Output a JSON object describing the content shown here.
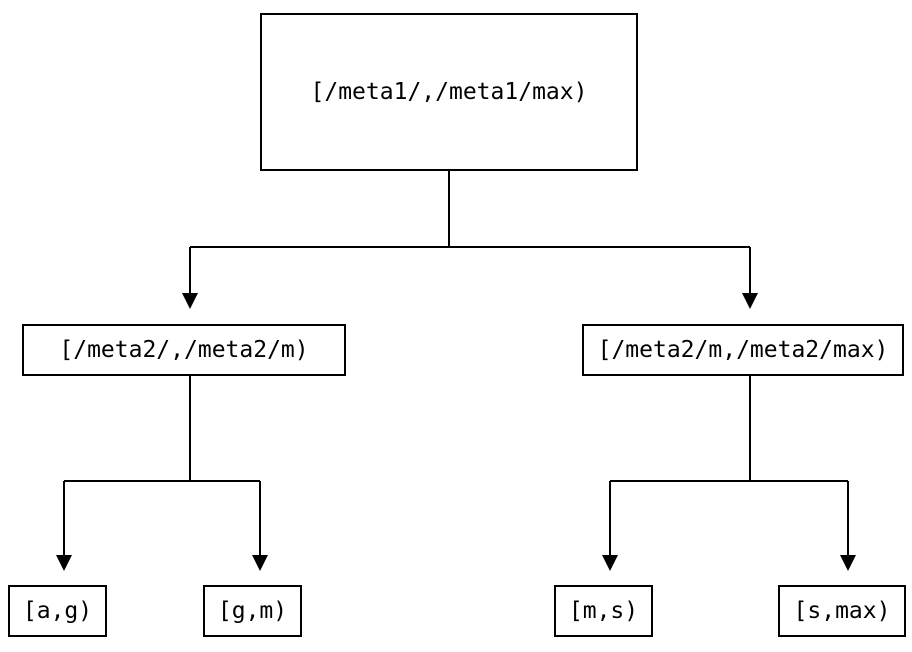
{
  "diagram": {
    "type": "tree",
    "description": "Interval partition tree",
    "background_color": "#ffffff",
    "line_color": "#000000",
    "text_color": "#000000",
    "nodes": [
      {
        "id": "root",
        "level": 0,
        "label": "[/meta1/,/meta1/max)"
      },
      {
        "id": "left-mid",
        "level": 1,
        "label": "[/meta2/,/meta2/m)"
      },
      {
        "id": "right-mid",
        "level": 1,
        "label": "[/meta2/m,/meta2/max)"
      },
      {
        "id": "leaf-1",
        "level": 2,
        "label": "[a,g)"
      },
      {
        "id": "leaf-2",
        "level": 2,
        "label": "[g,m)"
      },
      {
        "id": "leaf-3",
        "level": 2,
        "label": "[m,s)"
      },
      {
        "id": "leaf-4",
        "level": 2,
        "label": "[s,max)"
      }
    ],
    "edges": [
      {
        "from": "root",
        "to": "left-mid"
      },
      {
        "from": "root",
        "to": "right-mid"
      },
      {
        "from": "left-mid",
        "to": "leaf-1"
      },
      {
        "from": "left-mid",
        "to": "leaf-2"
      },
      {
        "from": "right-mid",
        "to": "leaf-3"
      },
      {
        "from": "right-mid",
        "to": "leaf-4"
      }
    ]
  }
}
